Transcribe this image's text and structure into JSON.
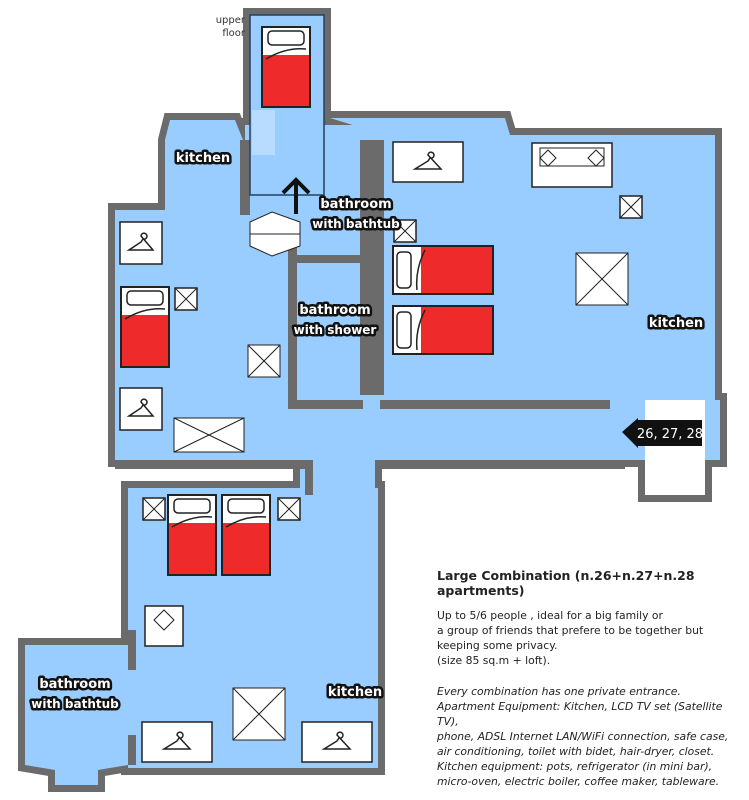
{
  "colors": {
    "floor": "#99ccff",
    "wall": "#6b6b6b",
    "bed": "#ee2a2a",
    "loft": "#b8dcff"
  },
  "upper_floor_label": "upper floor",
  "room_labels": {
    "kitchen_top_left": "kitchen",
    "bathroom_bathtub_top": [
      "bathroom",
      "with bathtub"
    ],
    "bathroom_shower": [
      "bathroom",
      "with shower"
    ],
    "kitchen_right": "kitchen",
    "bathroom_bathtub_bottom": [
      "bathroom",
      "with bathtub"
    ],
    "kitchen_bottom": "kitchen"
  },
  "entrance_sign": "26, 27, 28",
  "description": {
    "title": "Large Combination (n.26+n.27+n.28 apartments)",
    "lines": [
      "Up to 5/6 people , ideal for a big family or",
      "a group of friends that prefere to be together but",
      "keeping some privacy.",
      "(size 85 sq.m + loft)."
    ],
    "italic_lines": [
      "Every combination has one private entrance.",
      "Apartment Equipment: Kitchen, LCD TV set (Satellite TV),",
      "phone, ADSL Internet LAN/WiFi connection, safe case,",
      "air conditioning, toilet with bidet, hair-dryer, closet.",
      "Kitchen equipment: pots, refrigerator (in mini bar),",
      "micro-oven, electric boiler, coffee maker, tableware."
    ]
  }
}
